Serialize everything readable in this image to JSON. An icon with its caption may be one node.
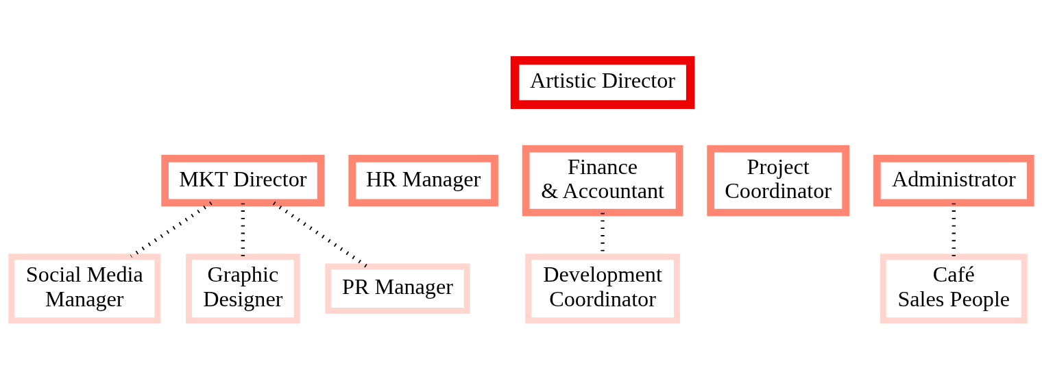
{
  "diagram": {
    "nodes": [
      {
        "text": [
          "Artistic Director"
        ]
      },
      {
        "text": [
          "MKT Director"
        ]
      },
      {
        "text": [
          "HR Manager"
        ]
      },
      {
        "text": [
          "Finance & Accountant"
        ]
      },
      {
        "text": [
          "Project Coordinator"
        ]
      },
      {
        "text": [
          "Administrator"
        ]
      },
      {
        "text": [
          "Social Media Manager"
        ]
      },
      {
        "text": [
          "Graphic Designer"
        ]
      },
      {
        "text": [
          "PR Manager"
        ]
      },
      {
        "text": [
          "Development Coordinator"
        ]
      },
      {
        "text": [
          "Café Sales People"
        ]
      }
    ],
    "edges": [
      {
        "from": 1,
        "to": 6,
        "arrow": "none"
      },
      {
        "from": 1,
        "to": 7,
        "arrow": "none"
      },
      {
        "from": 1,
        "to": 8,
        "arrow": "none"
      },
      {
        "from": 3,
        "to": 9,
        "arrow": "none"
      },
      {
        "from": 5,
        "to": 10,
        "arrow": "none"
      }
    ]
  }
}
